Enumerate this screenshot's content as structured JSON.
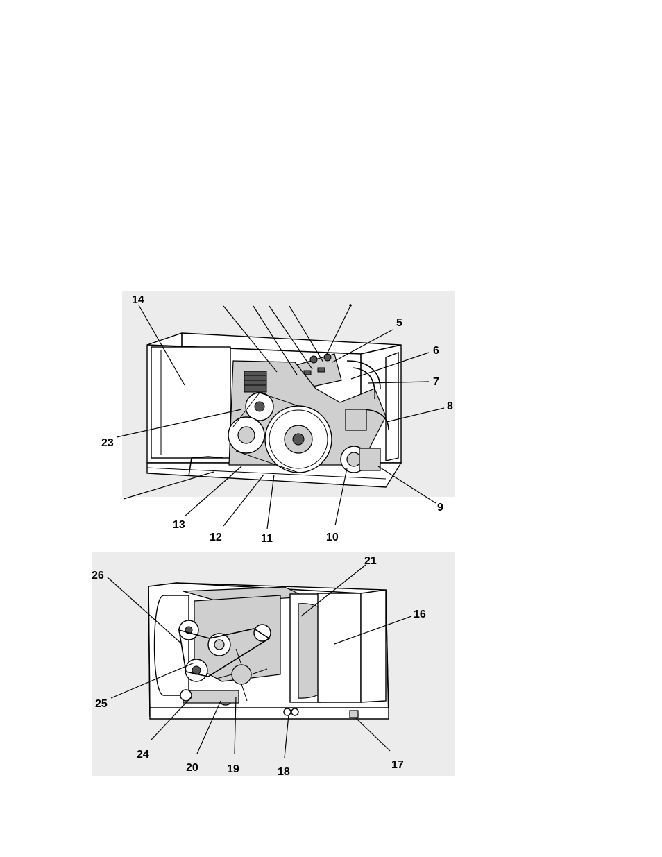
{
  "top_view": {
    "labels": [
      "14",
      "5",
      "6",
      "7",
      "8",
      "23",
      "9",
      "13",
      "12",
      "11",
      "10"
    ]
  },
  "bottom_view": {
    "labels": [
      "26",
      "21",
      "16",
      "25",
      "24",
      "20",
      "19",
      "18",
      "17"
    ]
  }
}
